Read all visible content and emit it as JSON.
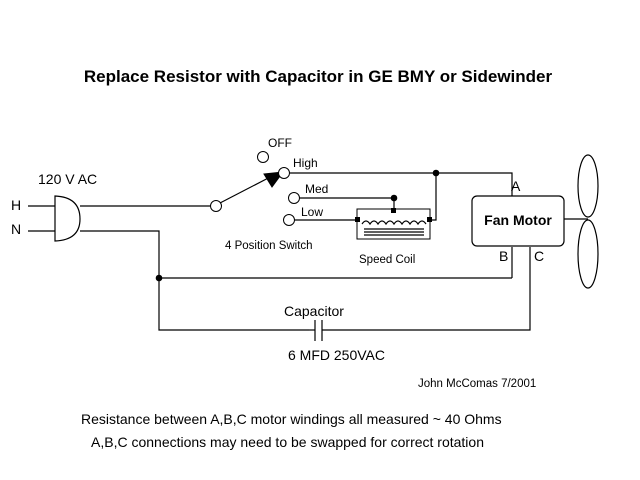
{
  "title": "Replace Resistor with Capacitor in GE BMY or Sidewinder",
  "plug": {
    "voltage": "120 V AC",
    "hot": "H",
    "neutral": "N"
  },
  "switch": {
    "off": "OFF",
    "high": "High",
    "med": "Med",
    "low": "Low",
    "caption": "4 Position Switch"
  },
  "speed_coil": {
    "label": "Speed Coil"
  },
  "motor": {
    "label": "Fan Motor",
    "terminal_a": "A",
    "terminal_b": "B",
    "terminal_c": "C"
  },
  "capacitor": {
    "label": "Capacitor",
    "rating": "6 MFD  250VAC"
  },
  "author": "John McComas 7/2001",
  "notes": [
    "Resistance between A,B,C motor windings all measured ~ 40 Ohms",
    "A,B,C connections may need to be swapped for correct rotation"
  ]
}
